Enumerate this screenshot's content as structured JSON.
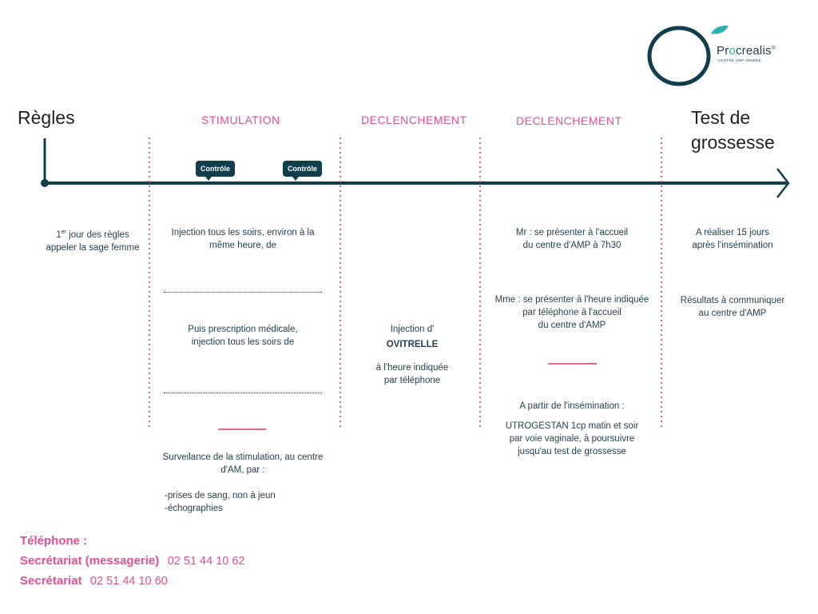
{
  "logo": {
    "name_pre": "Pr",
    "name_o": "o",
    "name_post": "crealis",
    "reg": "®",
    "tagline": "CENTRE AMP VENDÉE"
  },
  "headings": {
    "regles": "Règles",
    "stimulation": "STIMULATION",
    "declenchement_1": "DECLENCHEMENT",
    "declenchement_2": "DECLENCHEMENT",
    "test_line1": "Test de",
    "test_line2": "grossesse"
  },
  "bubbles": [
    "Contrôle",
    "Contrôle"
  ],
  "col1": {
    "line1_pre": "1",
    "line1_sup": "er",
    "line1_post": " jour des règles",
    "line2": "appeler la sage femme"
  },
  "col2": {
    "inj_line1": "Injection tous les soirs, environ à la",
    "inj_line2": "même heure, de",
    "presc_line1": "Puis prescription médicale,",
    "presc_line2": "injection tous les soirs de",
    "surv_line1": "Surveilance de la stimulation, au centre",
    "surv_line2": "d'AM, par :",
    "item1": "-prises de sang, non à jeun",
    "item2": "-échographies"
  },
  "col3": {
    "line1": "Injection d'",
    "line2": "OVITRELLE",
    "line3": "à l'heure indiquée",
    "line4": "par téléphone"
  },
  "col4": {
    "mr_line1": "Mr : se présenter à l'accueil",
    "mr_line2": "du centre d'AMP à 7h30",
    "mme_line1": "Mme : se présenter à l'heure indiquée",
    "mme_line2": "par téléphone à l'accueil",
    "mme_line3": "du centre d'AMP",
    "from_line": "A partir de l'insémination :",
    "utro_line1": "UTROGESTAN 1cp matin et soir",
    "utro_line2": "par voie vaginale, à poursuivre",
    "utro_line3": "jusqu'au test de grossesse"
  },
  "col5": {
    "line1": "A réaliser 15 jours",
    "line2": "après l'insémination",
    "res_line1": "Résultats à communiquer",
    "res_line2": "au centre d'AMP"
  },
  "contact": {
    "title": "Téléphone :",
    "row1_label": "Secrétariat (messagerie)",
    "row1_number": "02 51 44 10 62",
    "row2_label": "Secrétariat",
    "row2_number": "02 51 44 10 60"
  },
  "colors": {
    "primary": "#103e4c",
    "accent": "#e24f92",
    "teal": "#2ab0b0"
  }
}
